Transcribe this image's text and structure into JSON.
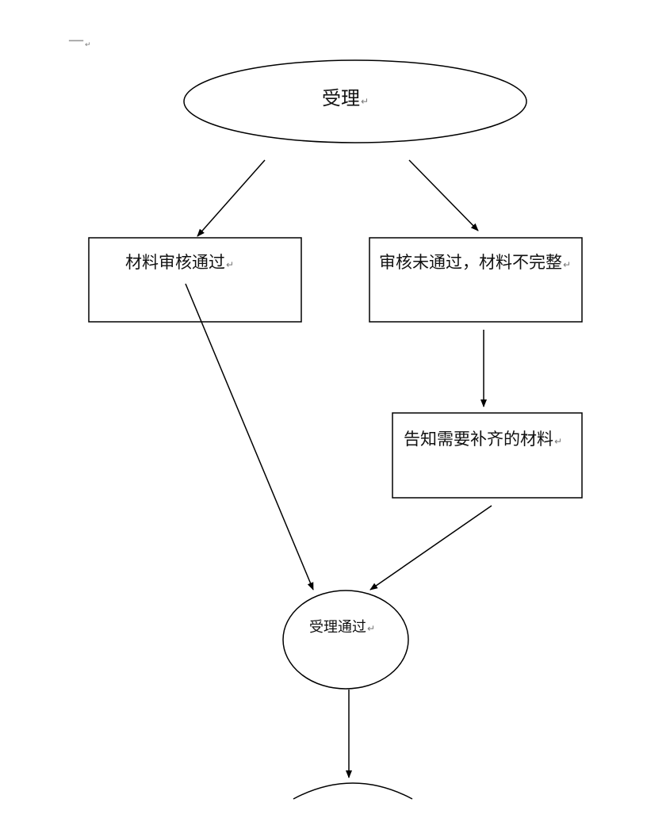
{
  "header_mark": "一",
  "paragraph_mark": "↵",
  "nodes": {
    "accept": "受理",
    "review_passed": "材料审核通过",
    "review_failed": "审核未通过，材料不完整",
    "notify_missing": "告知需要补齐的材料",
    "accept_passed": "受理通过"
  }
}
